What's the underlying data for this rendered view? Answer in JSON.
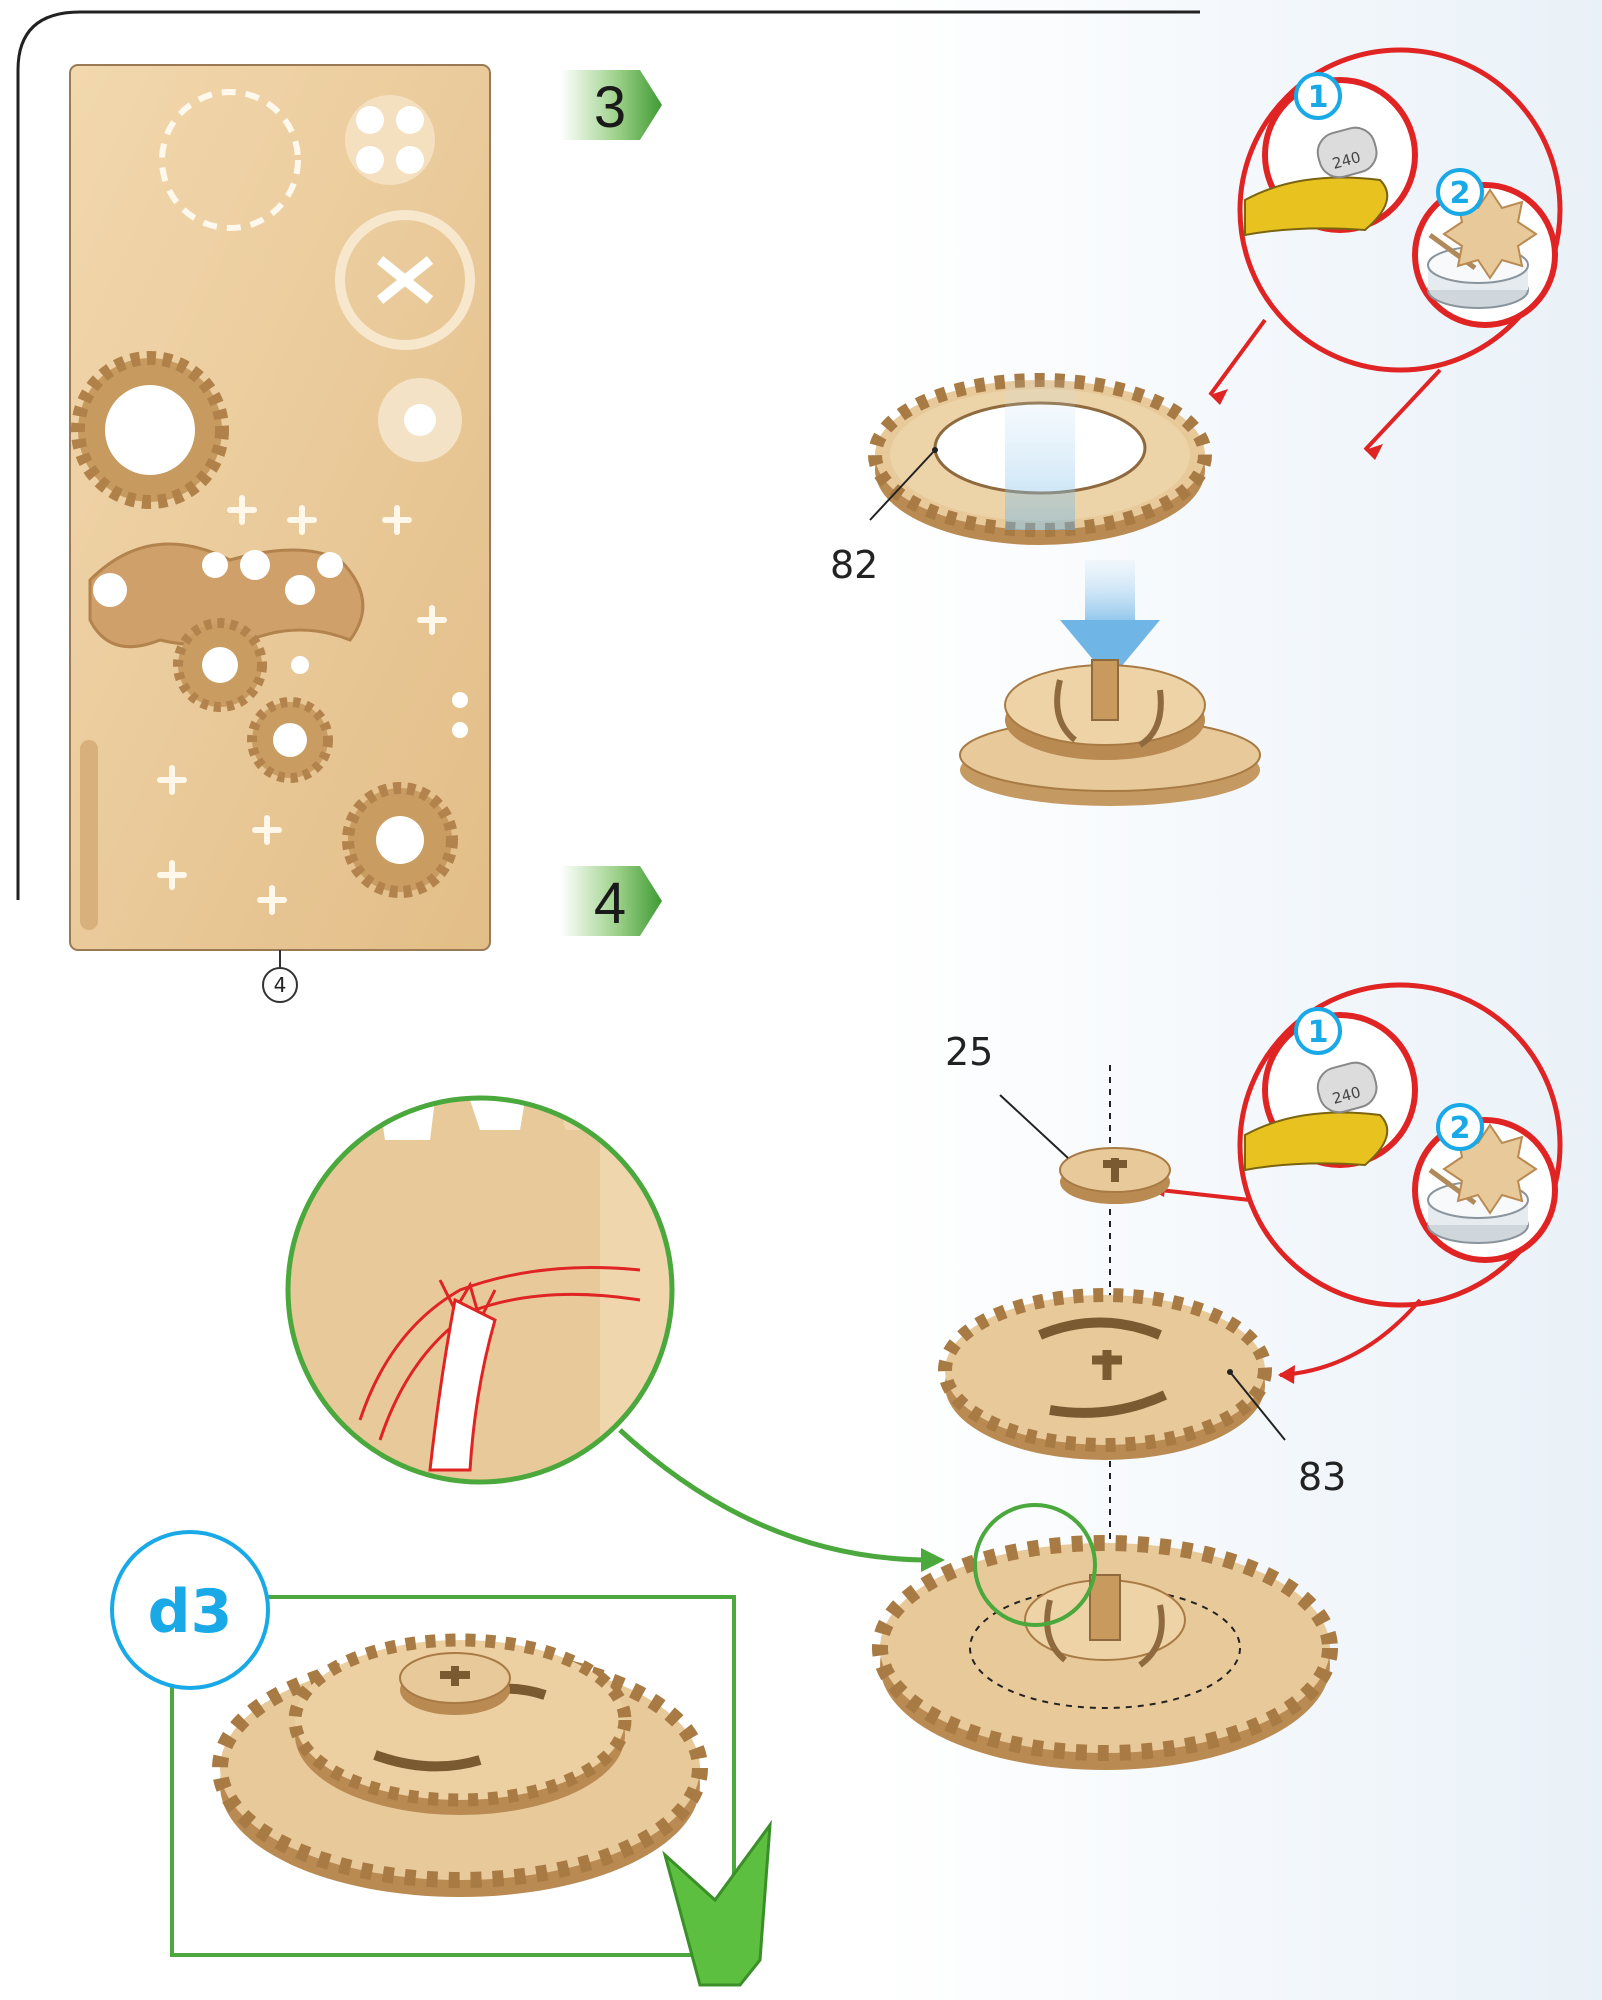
{
  "steps": [
    {
      "number": "3",
      "color": "#4aa83c"
    },
    {
      "number": "4",
      "color": "#4aa83c"
    }
  ],
  "sheet": {
    "label": "4"
  },
  "parts": {
    "p82": "82",
    "p25": "25",
    "p83": "83"
  },
  "tips": {
    "sanding": {
      "badge": "1",
      "sandpaper_grit": "240",
      "icon": "sandpaper-roll-icon"
    },
    "wax": {
      "badge": "2",
      "icon": "wax-candle-icon"
    }
  },
  "check": {
    "label": "d3",
    "icon": "check-mark-icon"
  },
  "colors": {
    "wood": "#e8c99a",
    "wood_dark": "#b98a52",
    "red": "#e02424",
    "green": "#4aa83c",
    "blue": "#18a9e6"
  }
}
